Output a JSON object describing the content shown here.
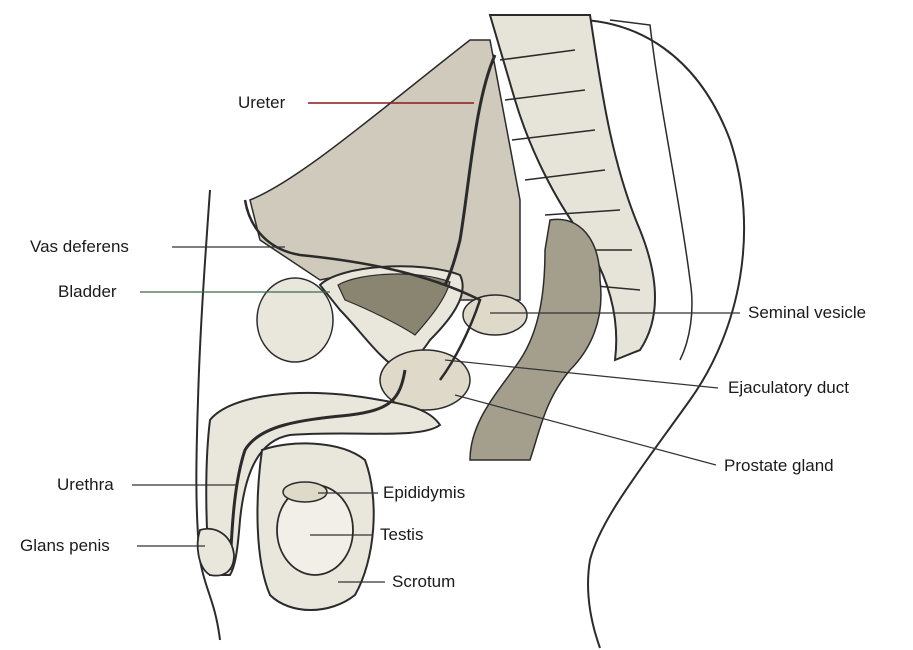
{
  "labels": {
    "ureter": "Ureter",
    "vas_deferens": "Vas deferens",
    "bladder": "Bladder",
    "urethra": "Urethra",
    "glans_penis": "Glans penis",
    "epididymis": "Epididymis",
    "testis": "Testis",
    "scrotum": "Scrotum",
    "seminal_vesicle": "Seminal vesicle",
    "ejaculatory_duct": "Ejaculatory duct",
    "prostate_gland": "Prostate gland"
  },
  "colors": {
    "outline": "#2b2b2b",
    "pelvic_fill": "#cfcabb",
    "bone_fill": "#e6e3d8",
    "bladder_fill": "#8a8570",
    "rectum_fill": "#a49f8c",
    "tissue_fill": "#e9e6dc",
    "leader_ureter": "#8b1a1a",
    "leader_green": "#3d6b4a",
    "leader_dark": "#333333"
  }
}
